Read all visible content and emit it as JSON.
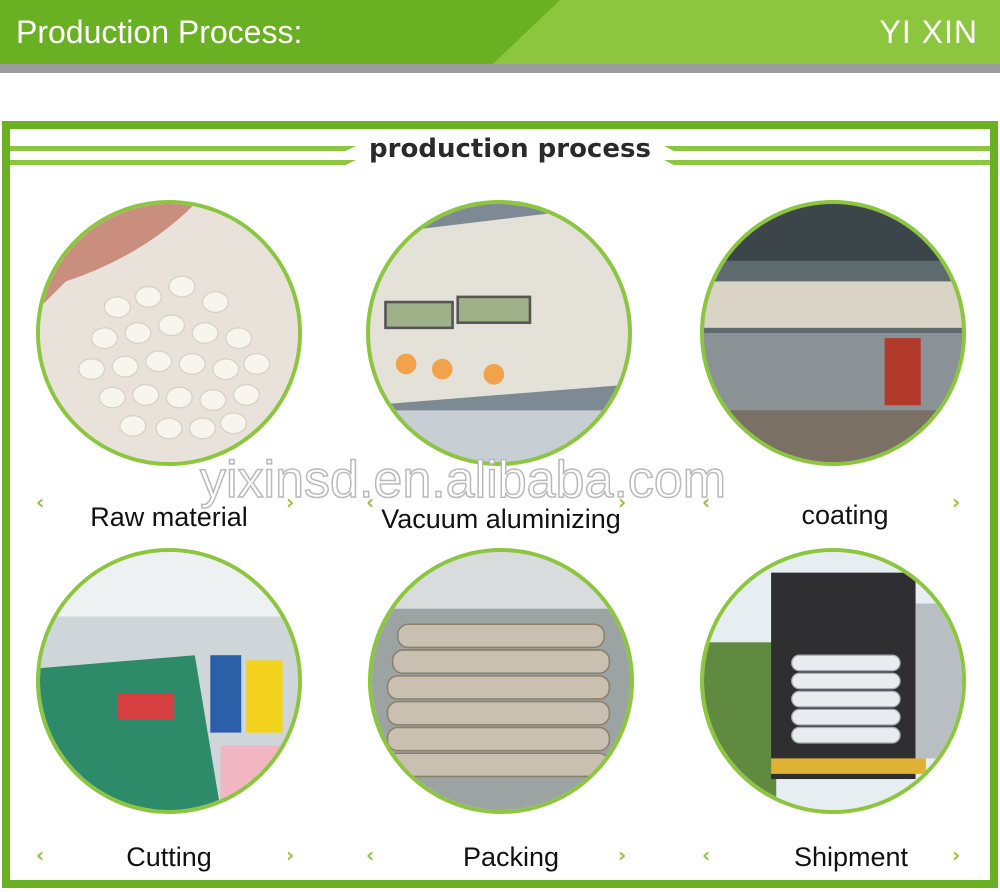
{
  "header": {
    "title": "Production Process:",
    "brand": "YI XIN"
  },
  "section": {
    "heading": "production process"
  },
  "watermark": "yixinsd.en.alibaba.com",
  "steps": [
    {
      "label": "Raw material"
    },
    {
      "label": "Vacuum aluminizing"
    },
    {
      "label": "coating"
    },
    {
      "label": "Cutting"
    },
    {
      "label": "Packing"
    },
    {
      "label": "Shipment"
    }
  ],
  "colors": {
    "accent": "#8cc63f",
    "accent_dark": "#6ab023",
    "shadow": "#9c9c9c"
  },
  "icons": {
    "left": "chevron-left-icon",
    "right": "chevron-right-icon"
  }
}
